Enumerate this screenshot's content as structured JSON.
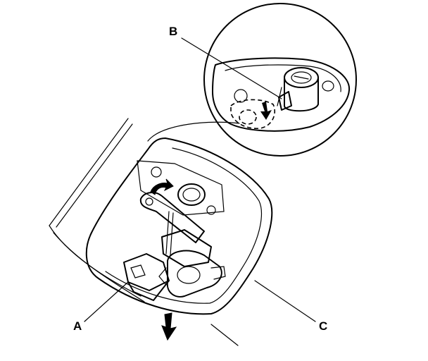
{
  "callouts": {
    "a": "A",
    "b": "B",
    "c": "C"
  },
  "colors": {
    "line": "#000000",
    "background": "#ffffff"
  },
  "icons": [
    "arrow-down-icon",
    "curved-arrow-icon"
  ]
}
